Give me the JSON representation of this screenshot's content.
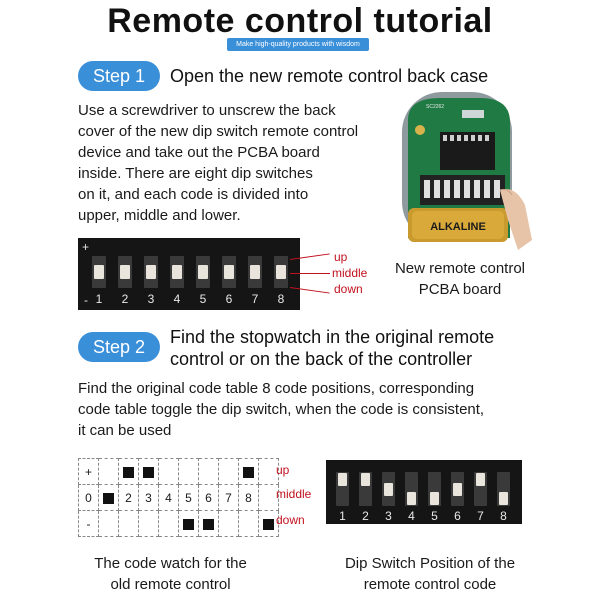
{
  "title": "Remote control tutorial",
  "tagline": "Make high-quality products with wisdom",
  "step1": {
    "pill": "Step 1",
    "heading": "Open the new remote control back case",
    "lines": [
      "Use a screwdriver to unscrew the back",
      "cover of the new dip switch remote control",
      "device and take out the PCBA board",
      "inside. There are eight dip switches",
      "on it, and each code is divided into",
      "upper, middle and lower."
    ],
    "dip_plus": "+",
    "dip_minus": "-",
    "dip_numbers": [
      "1",
      "2",
      "3",
      "4",
      "5",
      "6",
      "7",
      "8"
    ],
    "dip_positions": [
      "mid",
      "mid",
      "mid",
      "mid",
      "mid",
      "mid",
      "mid",
      "mid"
    ],
    "labels": {
      "up": "up",
      "middle": "middle",
      "down": "down"
    },
    "pcb_caption": [
      "New remote control",
      "PCBA board"
    ],
    "pcb_chip_text": "SC2262",
    "battery_label": "ALKALINE"
  },
  "step2": {
    "pill": "Step 2",
    "heading": [
      "Find the stopwatch in the original remote",
      "control or on the back of the controller"
    ],
    "lines": [
      "Find the original code table 8 code positions, corresponding",
      "code table toggle the dip switch, when the code is consistent,",
      "it can be used"
    ],
    "table": {
      "rows": [
        {
          "label": "+",
          "cells": [
            "",
            "sq",
            "sq",
            "",
            "",
            "",
            "",
            "sq",
            ""
          ]
        },
        {
          "label": "0",
          "cells": [
            "sq",
            "2",
            "3",
            "4",
            "5",
            "6",
            "7",
            "8",
            ""
          ]
        },
        {
          "label": "-",
          "cells": [
            "",
            "",
            "",
            "",
            "sq",
            "sq",
            "",
            "",
            "sq"
          ]
        }
      ],
      "side_labels": {
        "up": "up",
        "middle": "middle",
        "down": "down"
      }
    },
    "dip_numbers": [
      "1",
      "2",
      "3",
      "4",
      "5",
      "6",
      "7",
      "8"
    ],
    "dip_positions": [
      "up",
      "up",
      "mid",
      "down",
      "down",
      "mid",
      "up",
      "down"
    ],
    "caption_left": [
      "The code watch for the",
      "old remote control"
    ],
    "caption_right": [
      "Dip Switch Position of the",
      "remote control code"
    ]
  },
  "colors": {
    "accent": "#3a8fd9",
    "annotation": "#c1121f",
    "pcb": "#1f7a43"
  }
}
